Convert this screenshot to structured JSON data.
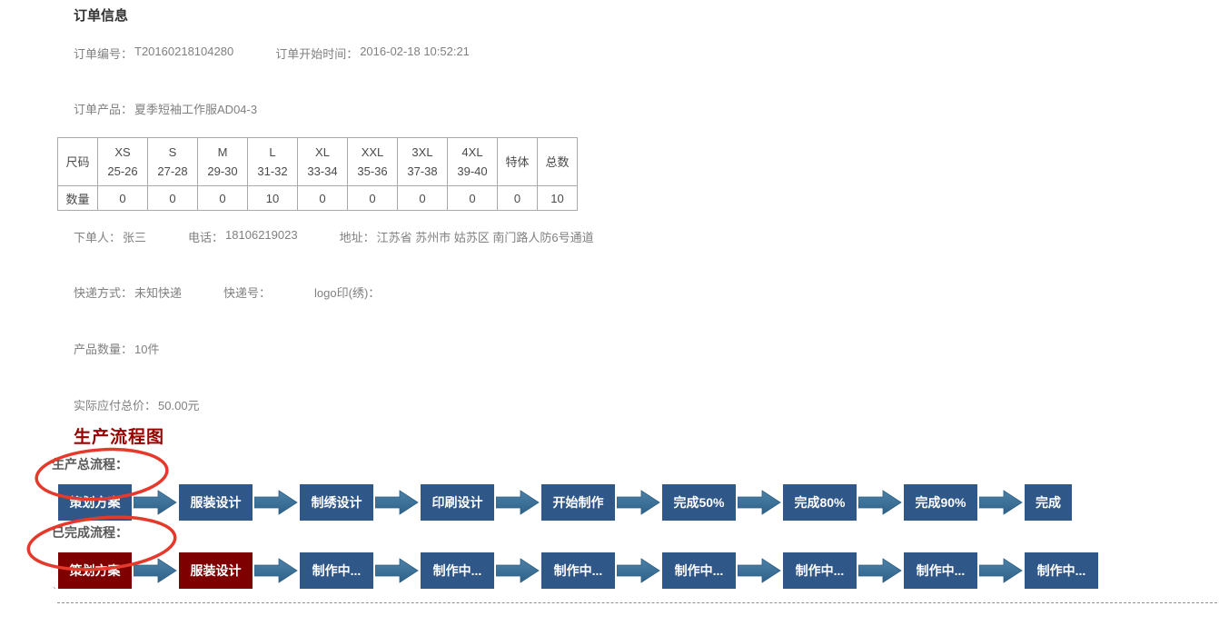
{
  "header": {
    "title": "订单信息"
  },
  "order": {
    "number_label": "订单编号：",
    "number": "T20160218104280",
    "start_label": "订单开始时间：",
    "start_time": "2016-02-18 10:52:21",
    "product_label": "订单产品：",
    "product": "夏季短袖工作服AD04-3"
  },
  "size_table": {
    "size_header": "尺码",
    "qty_header": "数量",
    "columns": [
      {
        "size": "XS",
        "range": "25-26",
        "qty": "0"
      },
      {
        "size": "S",
        "range": "27-28",
        "qty": "0"
      },
      {
        "size": "M",
        "range": "29-30",
        "qty": "0"
      },
      {
        "size": "L",
        "range": "31-32",
        "qty": "10"
      },
      {
        "size": "XL",
        "range": "33-34",
        "qty": "0"
      },
      {
        "size": "XXL",
        "range": "35-36",
        "qty": "0"
      },
      {
        "size": "3XL",
        "range": "37-38",
        "qty": "0"
      },
      {
        "size": "4XL",
        "range": "39-40",
        "qty": "0"
      },
      {
        "size": "特体",
        "range": "",
        "qty": "0"
      },
      {
        "size": "总数",
        "range": "",
        "qty": "10"
      }
    ]
  },
  "buyer": {
    "name_label": "下单人：",
    "name": "张三",
    "phone_label": "电话：",
    "phone": "18106219023",
    "address_label": "地址：",
    "address": "江苏省 苏州市 姑苏区 南门路人防6号通道"
  },
  "shipping": {
    "method_label": "快递方式：",
    "method": "未知快递",
    "tracking_label": "快递号：",
    "tracking": "",
    "logo_label": "logo印(绣)：",
    "logo": ""
  },
  "summary": {
    "qty_label": "产品数量：",
    "qty": "10件",
    "price_label": "实际应付总价：",
    "price": "50.00元"
  },
  "flow": {
    "heading": "生产流程图",
    "total_label": "生产总流程：",
    "done_label": "已完成流程：",
    "total_steps": [
      "策划方案",
      "服装设计",
      "制绣设计",
      "印刷设计",
      "开始制作",
      "完成50%",
      "完成80%",
      "完成90%",
      "完成"
    ],
    "done_steps": [
      {
        "label": "策划方案",
        "state": "done"
      },
      {
        "label": "服装设计",
        "state": "done"
      },
      {
        "label": "制作中...",
        "state": "in-progress"
      },
      {
        "label": "制作中...",
        "state": "in-progress"
      },
      {
        "label": "制作中...",
        "state": "in-progress"
      },
      {
        "label": "制作中...",
        "state": "in-progress"
      },
      {
        "label": "制作中...",
        "state": "in-progress"
      },
      {
        "label": "制作中...",
        "state": "in-progress"
      },
      {
        "label": "制作中...",
        "state": "in-progress"
      }
    ],
    "colors": {
      "step_blue": "#2F5788",
      "step_done_red": "#7E0000",
      "arrow_blue_light": "#4C81A8",
      "arrow_blue_dark": "#2F6289",
      "annotation_red": "#E5392C",
      "heading_red": "#990000"
    }
  },
  "footer": {
    "stray_mark": "`"
  }
}
